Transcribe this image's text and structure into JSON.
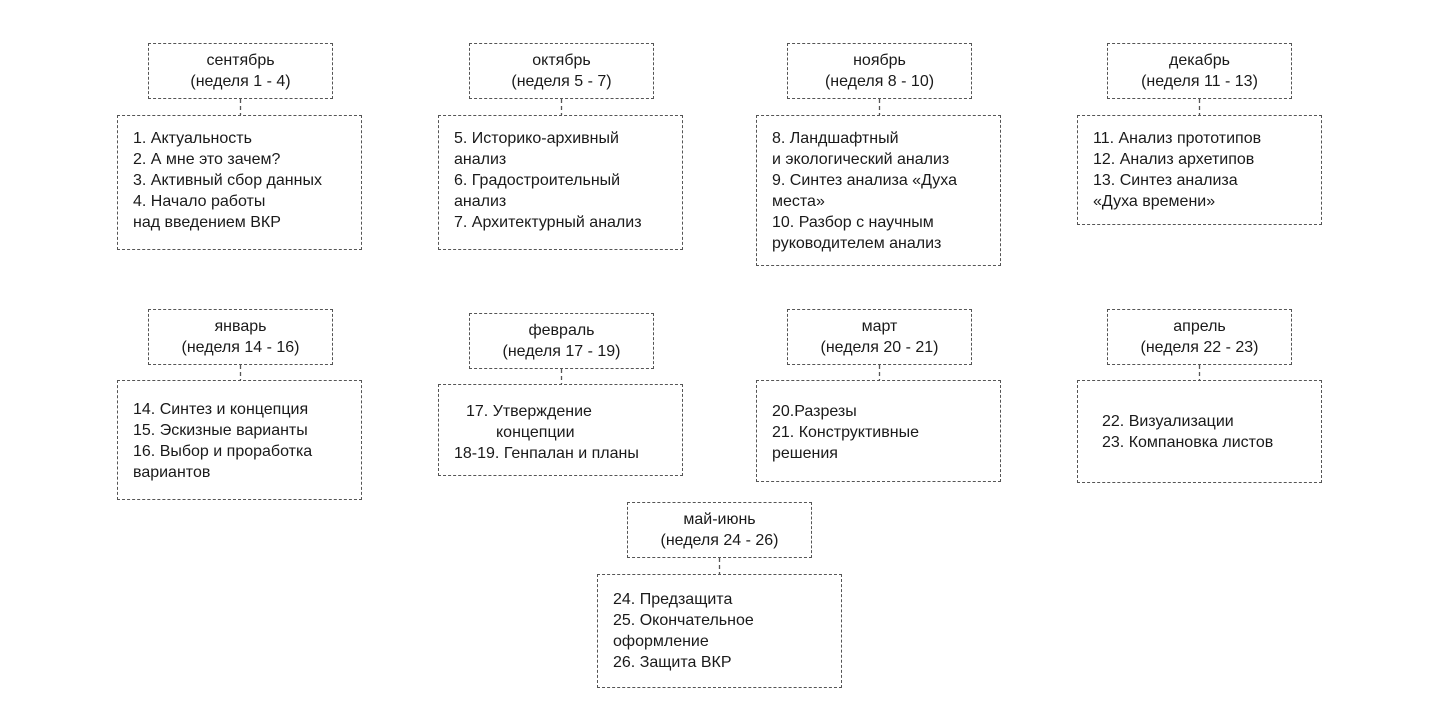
{
  "months": [
    {
      "month": "сентябрь",
      "weeks": "(неделя 1 - 4)",
      "tasks": [
        "1. Актуальность",
        "2. А мне это зачем?",
        "3. Активный сбор данных",
        "4. Начало работы",
        "над введением ВКР"
      ]
    },
    {
      "month": "октябрь",
      "weeks": "(неделя 5 - 7)",
      "tasks": [
        "5. Историко-архивный",
        "анализ",
        "6. Градостроительный",
        "анализ",
        "7. Архитектурный анализ"
      ]
    },
    {
      "month": "ноябрь",
      "weeks": "(неделя 8 - 10)",
      "tasks": [
        "8. Ландшафтный",
        "и экологический анализ",
        "9. Синтез анализа «Духа",
        "места»",
        "10. Разбор с научным",
        "руководителем анализ"
      ]
    },
    {
      "month": "декабрь",
      "weeks": "(неделя 11 - 13)",
      "tasks": [
        "11. Анализ прототипов",
        "12. Анализ архетипов",
        "13. Синтез анализа",
        "«Духа времени»"
      ]
    },
    {
      "month": "январь",
      "weeks": "(неделя 14 - 16)",
      "tasks": [
        "14. Синтез и концепция",
        "15. Эскизные варианты",
        "16. Выбор и проработка",
        "вариантов"
      ]
    },
    {
      "month": "февраль",
      "weeks": "(неделя 17 - 19)",
      "tasks": [
        "17. Утверждение",
        "концепции",
        "18-19. Генпалан и планы"
      ]
    },
    {
      "month": "март",
      "weeks": "(неделя 20 - 21)",
      "tasks": [
        "20.Разрезы",
        "21. Конструктивные",
        "решения"
      ]
    },
    {
      "month": "апрель",
      "weeks": "(неделя 22 - 23)",
      "tasks": [
        "22. Визуализации",
        "23. Компановка листов"
      ]
    },
    {
      "month": "май-июнь",
      "weeks": "(неделя 24 - 26)",
      "tasks": [
        "24. Предзащита",
        "25. Окончательное",
        "оформление",
        "26. Защита ВКР"
      ]
    }
  ]
}
